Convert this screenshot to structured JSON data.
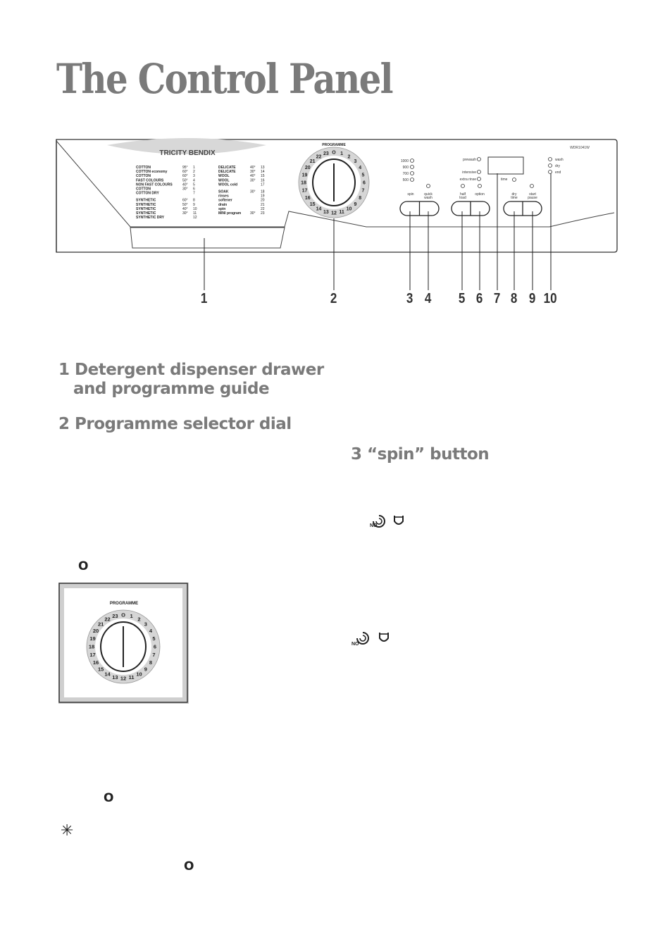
{
  "title": "The Control Panel",
  "panel": {
    "brand": "TRICITY BENDIX",
    "model": "WDR1041W",
    "dial_label": "PROGRAMME",
    "guide_left": [
      [
        "COTTON",
        "95°",
        "1"
      ],
      [
        "COTTON economy",
        "60°",
        "2"
      ],
      [
        "COTTON",
        "60°",
        "3"
      ],
      [
        "FAST COLOURS",
        "50°",
        "4"
      ],
      [
        "NON FAST COLOURS",
        "40°",
        "5"
      ],
      [
        "COTTON",
        "30°",
        "6"
      ],
      [
        "COTTON DRY",
        "",
        "7"
      ],
      [
        "SYNTHETIC",
        "60°",
        "8"
      ],
      [
        "SYNTHETIC",
        "50°",
        "9"
      ],
      [
        "SYNTHETIC",
        "40°",
        "10"
      ],
      [
        "SYNTHETIC",
        "30°",
        "11"
      ],
      [
        "SYNTHETIC DRY",
        "",
        "12"
      ]
    ],
    "guide_right": [
      [
        "DELICATE",
        "40°",
        "13"
      ],
      [
        "DELICATE",
        "30°",
        "14"
      ],
      [
        "WOOL",
        "40°",
        "15"
      ],
      [
        "WOOL",
        "30°",
        "16"
      ],
      [
        "WOOL cold",
        "",
        "17"
      ],
      [
        "SOAK",
        "30°",
        "18"
      ],
      [
        "rinses",
        "",
        "19"
      ],
      [
        "softener",
        "",
        "20"
      ],
      [
        "drain",
        "",
        "21"
      ],
      [
        "spin",
        "",
        "22"
      ],
      [
        "MINI program",
        "30°",
        "23"
      ]
    ],
    "spin_speeds": [
      "1000",
      "900",
      "700",
      "500"
    ],
    "button_labels": [
      "spin",
      "quick wash",
      "half load",
      "option",
      "dry time",
      "start pause"
    ],
    "option_indicators": [
      "prewash",
      "intensive",
      "extra rinse"
    ],
    "time_label": "time",
    "status_lights": [
      "wash",
      "dry",
      "end"
    ],
    "callouts": [
      "1",
      "2",
      "3",
      "4",
      "5",
      "6",
      "7",
      "8",
      "9",
      "10"
    ]
  },
  "sections": {
    "s1_line1": "1 Detergent dispenser drawer",
    "s1_line2": "and programme guide",
    "s2": "2 Programme selector dial",
    "s3": "3 “spin” button"
  },
  "symbols": {
    "o1": "O",
    "o2": "O",
    "o3": "O",
    "star": "✳"
  },
  "dial_numbers": [
    "O",
    "1",
    "2",
    "3",
    "4",
    "5",
    "6",
    "7",
    "8",
    "9",
    "10",
    "11",
    "12",
    "13",
    "14",
    "15",
    "16",
    "17",
    "18",
    "19",
    "20",
    "21",
    "22",
    "23"
  ]
}
